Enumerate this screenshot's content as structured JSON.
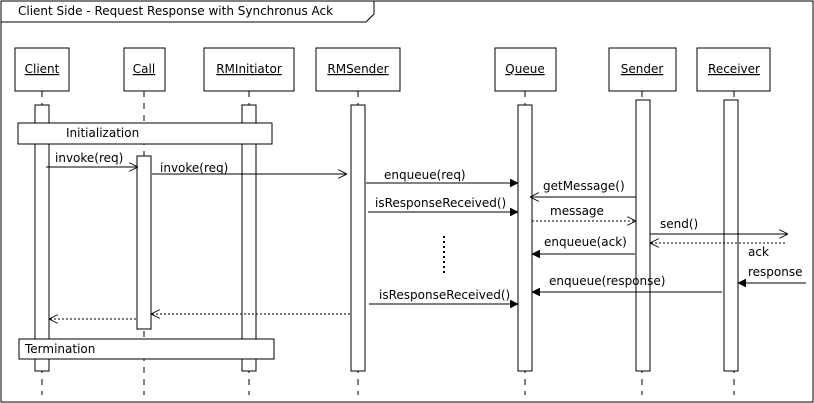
{
  "frame": {
    "title": "Client Side - Request Response with Synchronus Ack"
  },
  "lifelines": [
    {
      "id": "client",
      "label": "Client"
    },
    {
      "id": "call",
      "label": "Call"
    },
    {
      "id": "rminitiator",
      "label": "RMInitiator"
    },
    {
      "id": "rmsender",
      "label": "RMSender"
    },
    {
      "id": "queue",
      "label": "Queue"
    },
    {
      "id": "sender",
      "label": "Sender"
    },
    {
      "id": "receiver",
      "label": "Receiver"
    }
  ],
  "fragments": {
    "initialization": "Initialization",
    "termination": "Termination"
  },
  "messages": [
    {
      "id": "invoke-req-client",
      "label": "invoke(req)",
      "kind": "sync"
    },
    {
      "id": "invoke-req-call",
      "label": "invoke(req)",
      "kind": "sync"
    },
    {
      "id": "enqueue-req",
      "label": "enqueue(req)",
      "kind": "sync"
    },
    {
      "id": "get-message",
      "label": "getMessage()",
      "kind": "sync"
    },
    {
      "id": "is-response-received-1",
      "label": "isResponseReceived()",
      "kind": "sync"
    },
    {
      "id": "message-return",
      "label": "message",
      "kind": "return"
    },
    {
      "id": "send",
      "label": "send()",
      "kind": "sync"
    },
    {
      "id": "ack",
      "label": "ack",
      "kind": "return"
    },
    {
      "id": "enqueue-ack",
      "label": "enqueue(ack)",
      "kind": "sync"
    },
    {
      "id": "response",
      "label": "response",
      "kind": "sync"
    },
    {
      "id": "enqueue-response",
      "label": "enqueue(response)",
      "kind": "sync"
    },
    {
      "id": "is-response-received-2",
      "label": "isResponseReceived()",
      "kind": "sync"
    }
  ]
}
